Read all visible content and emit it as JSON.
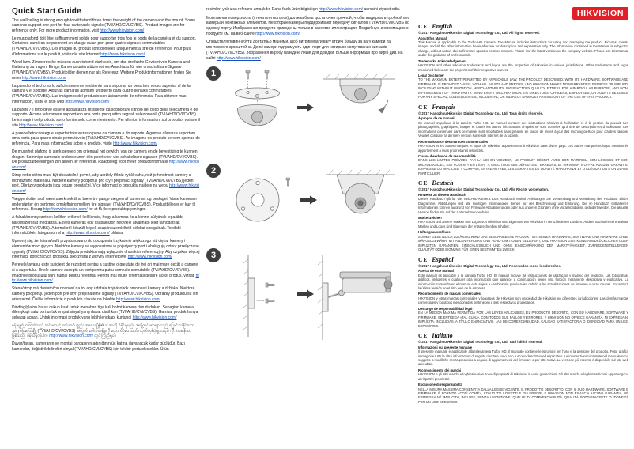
{
  "links": {
    "url": "http://www.hikvision.com/"
  },
  "left_column": {
    "heading": "Quick Start Guide",
    "paragraphs": [
      {
        "before": "The wall/ceiling is strong enough to withstand three times the weight of the camera and the mount. Some cameras support one port for four switchable signals (TVI/AHD/CVI/CVBS). Product images are for reference only. For more product information, visit ",
        "after": ""
      },
      {
        "before": "Le mur/plafond doit être suffisamment solide pour supporter trois fois le poids de la caméra et du support. Certaines caméras ne prennent en charge qu'un port pour quatre signaux commutables (TVI/AHD/CVI/CVBS). Les images du produit sont données uniquement à titre de référence. Pour plus d'informations sur le produit, visitez le site Internet ",
        "after": ""
      },
      {
        "before": "Wand bzw. Zimmerdecke müssen ausreichend stark sein, um das dreifache Gewicht von Kamera und Halterung zu tragen. Einige Kameras unterstützen einen Anschluss für vier umschaltbare Signale (TVI/AHD/CVI/CVBS). Produktbilder dienen nur als Referenz. Weitere Produktinformationen finden Sie unter ",
        "after": ""
      },
      {
        "before": "La pared o el techo es lo suficientemente resistente para soportar un peso tres veces superior al de la cámara y el soporte. Algunas cámaras admiten un puerto para cuatro señales conmutables (TVI/AHD/CVI/CVBS). Las imágenes del producto son únicamente de referencia. Para obtener más información, visite el sitio web ",
        "after": ""
      },
      {
        "before": "La parete / il tetto deve essere abbastanza resistente da sopportare il triplo del peso della telecamera e del supporto. Alcune telecamere supportano una porta per quattro segnali selezionabili (TVI/AHD/CVI/CVBS). Le immagini del prodotto sono fornite solo come riferimento. Per ulteriori informazioni sul prodotto, visitare il sito ",
        "after": ""
      },
      {
        "before": "A parede/teto consegue suportar três vezes o peso da câmara e do suporte. Algumas câmaras suportam uma porta para quatro sinais permutáveis (TVI/AHD/CVI/CVBS). As imagens do produto servem apenas de referência. Para mais informações sobre o produto, visite ",
        "after": ""
      },
      {
        "before": "De muur/het plafond is sterk genoeg om driemaal het gewicht van de camera en de bevestiging te kunnen dragen. Sommige camera's ondersteunen één poort voor vier schakelbare signalen (TVI/AHD/CVI/CVBS). De productafbeeldingen zijn alleen ter referentie. Raadpleeg voor meer productinformatie ",
        "after": ""
      },
      {
        "before": "Strop nebo stěna musí být dostatečně pevné, aby udržely třikrát vyšší váhu, než je hmotnost kamery a montážního materiálu. Některé kamery podporují pro čtyři přepínací signály (TVI/AHD/CVI/CVBS) jeden port. Obrázky produktu jsou pouze orientační. Více informací o produktu najdete na webu ",
        "after": ""
      },
      {
        "before": "Væggen/loftet skal være stærk nok til at bære tre gange vægten af kameraet og beslaget. Visse kameraer understøtter én port med omskiftning mellem fire signaler (TVI/AHD/CVI/CVBS). Produktbilleder er kun til reference. Besøg ",
        "after": " for at få flere produktoplysninger."
      },
      {
        "before": "A falnak/mennyezetnek kellően erősnek kell lennie, hogy a kamera és a konzol súlyának legalább háromszorosát megtartsa. Egyes kamerák egy csatlakozón négyféle átváltható jelet támogatnak (TVI/AHD/CVI/CVBS). A termékről készült képek csupán szemléltető célokat szolgálnak. További információkért látogasson el a ",
        "after": " oldalra."
      },
      {
        "before": "Upewnij się, że ściana/sufit przystosowano do obciążenia trzykrotnie większego niż ciężar kamery i elementów mocujących. Niektóre kamery są wyposażone w pojedynczy port i obsługują cztery przełączane sygnały (TVI/AHD/CVI/CVBS). Zdjęcia produktu mają wyłącznie charakter referencyjny. Aby uzyskać więcej informacji dotyczących produktu, skorzystaj z witryny internetowej ",
        "after": ""
      },
      {
        "before": "Peretele/tavanul este suficient de rezistent pentru a susține o greutate de trei ori mai mare decât a camerei și a suportului. Unele camere acceptă un port pentru patru semnale comutabile (TVI/AHD/CVI/CVBS). Imaginile produsului sunt numai pentru referință. Pentru mai multe informații despre acest produs, vizitați ",
        "after": ""
      },
      {
        "before": "Stena/strop má dostatočnú nosnosť na to, aby udržala trojnásobok hmotnosti kamery a držiaka. Niektoré kamery podporujú jeden port pre štyri prepínateľné signály (TVI/AHD/CVI/CVBS). Obrázky produktu sú len orientačné. Ďalšie informácie o produkte získate na lokalite ",
        "after": ""
      },
      {
        "before": "Dinding/plafon harus cukup kuat untuk menahan tiga kali bobot kamera dan dudukan. Sebagian kamera dilengkapi satu port untuk empat sinyal yang dapat dialihkan (TVI/AHD/CVI/CVBS). Gambar produk hanya sebagai acuan. Untuk informasi produk yang lebih lengkap, kunjungi ",
        "after": ""
      },
      {
        "before": "နံရံ/မျက်နှာကြက်သည် ကင်မရာနှင့် တပ်ဆင်ပစ္စည်း အလေးချိန်၏ သုံးဆကို ခံနိုင်ရမည်။ အချို့ကင်မရာများသည် ပြောင်းလဲနိုင်သော အချက်ပြလေးမျိုး (TVI/AHD/CVI/CVBS) အတွက် ပေါက်တစ်ခုကို ထောက်ပံ့ပေးသည်။ ထုတ်ကုန်ပုံများသည် ကိုးကားရန်သာဖြစ်သည်။ ပိုမိုသိရှိလိုပါက ",
        "after": " တွင် ကြည့်ရှုပါ။"
      },
      {
        "before": "Duvar/tavan, kameranın ve montaj parçasının ağırlığının üç katına dayanacak kadar güçlüdür. Bazı kameralar, değiştirilebilir dört sinyal (TVI/AHD/CVI/CVBS) için tek bir portu destekler. Ürün",
        "after": ""
      }
    ]
  },
  "middle_column": {
    "paragraphs": [
      {
        "before": "resimleri yalnızca referans amaçlıdır. Daha fazla ürün bilgisi için ",
        "after": " adresini ziyaret edin."
      },
      {
        "before": "Монтажная поверхность (стена или потолок) должна быть достаточно прочной, чтобы выдержать тройной вес камеры и монтажных элементов. Некоторые камеры поддерживают передачу сигналов TVI/AHD/CVI/CVBS по одному порту. Изображения продукта приведены только в качестве иллюстрации. Подробную информацию о продукте см. на веб-сайте ",
        "after": ""
      },
      {
        "before": "Стіна/стеля повинні бути достатньо міцними, щоб витримувати вагу втричі більшу за вагу камери та монтажного кронштейна. Деякі камери підтримують один порт для чотирьох комутованих сигналів (TVI/AHD/CVI/CVBS). Зображення виробу наведені лише для довідки. Більше інформації про виріб див. на сайті ",
        "after": ""
      }
    ],
    "steps": [
      {
        "number": "1"
      },
      {
        "number": "2"
      },
      {
        "number": "3"
      }
    ]
  },
  "right_column": {
    "brand": "HIKVISION",
    "ce_mark": "CE",
    "sections": [
      {
        "language": "English",
        "copyright": "© 2017 Hangzhou Hikvision Digital Technology Co., Ltd. All rights reserved.",
        "blocks": [
          {
            "h": "About this Manual",
            "t": "This Manual is applicable to the Turbo HD Camera. The Manual includes instructions for using and managing the product. Pictures, charts, images and all the other information hereinafter are for description and explanation only. The information contained in the Manual is subject to change, without notice, due to firmware updates or other reasons. Please find the latest version on the company website. Please use this Manual under the guidance of professionals."
          },
          {
            "h": "Trademarks Acknowledgement",
            "t": "HIKVISION and other Hikvision trademarks and logos are the properties of Hikvision in various jurisdictions. Other trademarks and logos mentioned below are the properties of their respective owners."
          },
          {
            "h": "Legal Disclaimer",
            "t": "TO THE MAXIMUM EXTENT PERMITTED BY APPLICABLE LAW, THE PRODUCT DESCRIBED, WITH ITS HARDWARE, SOFTWARE AND FIRMWARE, IS PROVIDED “AS IS”, WITH ALL FAULTS AND ERRORS, AND HIKVISION MAKES NO WARRANTIES, EXPRESS OR IMPLIED, INCLUDING WITHOUT LIMITATION, MERCHANTABILITY, SATISFACTORY QUALITY, FITNESS FOR A PARTICULAR PURPOSE, AND NON-INFRINGEMENT OF THIRD PARTY. IN NO EVENT WILL HIKVISION, ITS DIRECTORS, OFFICERS, EMPLOYEES, OR AGENTS BE LIABLE FOR ANY SPECIAL, CONSEQUENTIAL, INCIDENTAL, OR INDIRECT DAMAGES ARISING OUT OF THE USE OF THIS PRODUCT."
          }
        ]
      },
      {
        "language": "Français",
        "copyright": "© 2017 Hangzhou Hikvision Digital Technology Co., Ltd. Tous droits réservés.",
        "blocks": [
          {
            "h": "À propos de ce manuel",
            "t": "Ce manuel s'applique à la caméra Turbo HD. Le manuel contient des instructions relatives à l'utilisation et à la gestion du produit. Les photographies, graphiques, images et toutes les autres informations ci-après ne sont données qu'à titre de description et d'explication. Les informations contenues dans ce manuel sont modifiables sans préavis, en raison de mises à jour des micrologiciels ou pour d'autres raisons. Veuillez consulter la dernière version sur le site Internet de la société."
          },
          {
            "h": "Reconnaissance des marques commerciales",
            "t": "HIKVISION et les autres marques et logos de Hikvision appartiennent à Hikvision dans divers pays. Les autres marques et logos mentionnés appartiennent à leurs propriétaires respectifs."
          },
          {
            "h": "Clause d'exclusion de responsabilité",
            "t": "DANS LES LIMITES PRÉVUES PAR LA LOI EN VIGUEUR, LE PRODUIT DÉCRIT, AVEC SON MATÉRIEL, SON LOGICIEL ET SON MICROLOGICIEL, EST FOURNI « EN L'ÉTAT », AVEC TOUS SES DÉFAUTS ET ERREURS, ET HIKVISION N'OFFRE AUCUNE GARANTIE, EXPRESSE OU IMPLICITE, Y COMPRIS, ENTRE AUTRES, LES GARANTIES DE QUALITÉ MARCHANDE ET D'ADÉQUATION À UN USAGE PARTICULIER."
          }
        ]
      },
      {
        "language": "Deutsch",
        "copyright": "© 2017 Hangzhou Hikvision Digital Technology Co., Ltd. Alle Rechte vorbehalten.",
        "blocks": [
          {
            "h": "Hinweise zu diesem Handbuch",
            "t": "Dieses Handbuch gilt für die Turbo-HD-Kamera. Das Handbuch enthält Anleitungen zur Verwendung und Verwaltung des Produkts. Bilder, Diagramme, Abbildungen und alle sonstigen Informationen dienen nur der Beschreibung und Erklärung. Die im Handbuch enthaltenen Informationen können aufgrund von Firmware-Aktualisierungen oder aus anderen Gründen ohne Vorankündigung geändert werden. Die aktuelle Version finden Sie auf der Unternehmenswebsite."
          },
          {
            "h": "Markenzeichen",
            "t": "HIKVISION und andere Marken und Logos von Hikvision sind Eigentum von Hikvision in verschiedenen Ländern. Andere nachstehend erwähnte Marken und Logos sind Eigentum der entsprechenden Inhaber."
          },
          {
            "h": "Haftungsausschluss",
            "t": "SOWEIT GESETZLICH ZULÄSSIG WIRD DAS BESCHRIEBENE PRODUKT MIT SEINER HARDWARE, SOFTWARE UND FIRMWARE OHNE MÄNGELGEWÄHR, MIT ALLEN FEHLERN UND FEHLFUNKTIONEN GELIEFERT, UND HIKVISION GIBT KEINE AUSDRÜCKLICHEN ODER IMPLIZITEN GARANTIEN, EINSCHLIESSLICH UND OHNE EINSCHRÄNKUNG DER MARKTFÄHIGKEIT, ZUFRIEDENSTELLENDEN QUALITÄT ODER EIGNUNG FÜR EINEN BESTIMMTEN ZWECK."
          }
        ]
      },
      {
        "language": "Español",
        "copyright": "© 2017 Hangzhou Hikvision Digital Technology Co., Ltd. Reservados todos los derechos.",
        "blocks": [
          {
            "h": "Acerca de este manual",
            "t": "Este manual es aplicable a la cámara Turbo HD. El manual incluye las instrucciones de utilización y manejo del producto. Las fotografías, gráficos, imágenes y cualquier otra información que aparece a continuación tienen una función meramente descriptiva y explicativa. La información contenida en el manual está sujeta a cambios sin previo aviso debido a las actualizaciones de firmware u otras causas. Encontrará la última versión en el sitio web de la empresa."
          },
          {
            "h": "Reconocimiento de marcas comerciales",
            "t": "HIKVISION y otras marcas comerciales y logotipos de Hikvision son propiedad de Hikvision en diferentes jurisdicciones. Las demás marcas comerciales y logotipos mencionados pertenecen a sus respectivos propietarios."
          },
          {
            "h": "Descargo de responsabilidad legal",
            "t": "EN LA MEDIDA MÁXIMA PERMITIDA POR LAS LEYES APLICABLES, EL PRODUCTO DESCRITO, CON SU HARDWARE, SOFTWARE Y FIRMWARE, SE ENTREGA «TAL CUAL», CON TODOS SUS FALLOS Y ERRORES, Y HIKVISION NO OFRECE GARANTÍA, NI EXPRESA NI IMPLÍCITA, INCLUIDAS, A TÍTULO ENUNCIATIVO, LAS DE COMERCIABILIDAD, CALIDAD SATISFACTORIA O IDONEIDAD PARA UN USO ESPECÍFICO."
          }
        ]
      },
      {
        "language": "Italiano",
        "copyright": "© 2017 Hangzhou Hikvision Digital Technology Co., Ltd. Tutti i diritti riservati.",
        "blocks": [
          {
            "h": "Informazioni sul presente manuale",
            "t": "Il presente manuale è applicabile alla telecamera Turbo HD. Il manuale contiene le istruzioni per l'uso e la gestione del prodotto. Foto, grafici, immagini e tutte le altre informazioni di seguito riportate sono solo a scopo descrittivo ed esplicativo. Le informazioni contenute nel manuale sono soggette a modifiche senza preavviso a seguito di aggiornamenti del firmware o per altri motivi. La versione più recente è disponibile sul sito web aziendale."
          },
          {
            "h": "Riconoscimento dei marchi",
            "t": "HIKVISION e gli altri marchi e loghi Hikvision sono di proprietà di Hikvision in varie giurisdizioni. Gli altri marchi e loghi menzionati appartengono ai rispettivi proprietari."
          },
          {
            "h": "Esclusione di responsabilità",
            "t": "NELLA MISURA MASSIMA CONSENTITA DALLA LEGGE VIGENTE, IL PRODOTTO DESCRITTO, CON IL SUO HARDWARE, SOFTWARE E FIRMWARE, È FORNITO «COSÌ COM'È», CON TUTTI I DIFETTI E GLI ERRORI, E HIKVISION NON RILASCIA ALCUNA GARANZIA, NÉ ESPRESSA NÉ IMPLICITA, INCLUSE, SENZA LIMITAZIONE, QUELLE DI COMMERCIABILITÀ, QUALITÀ SODDISFACENTE O IDONEITÀ PER UN USO SPECIFICO."
          }
        ]
      }
    ]
  }
}
